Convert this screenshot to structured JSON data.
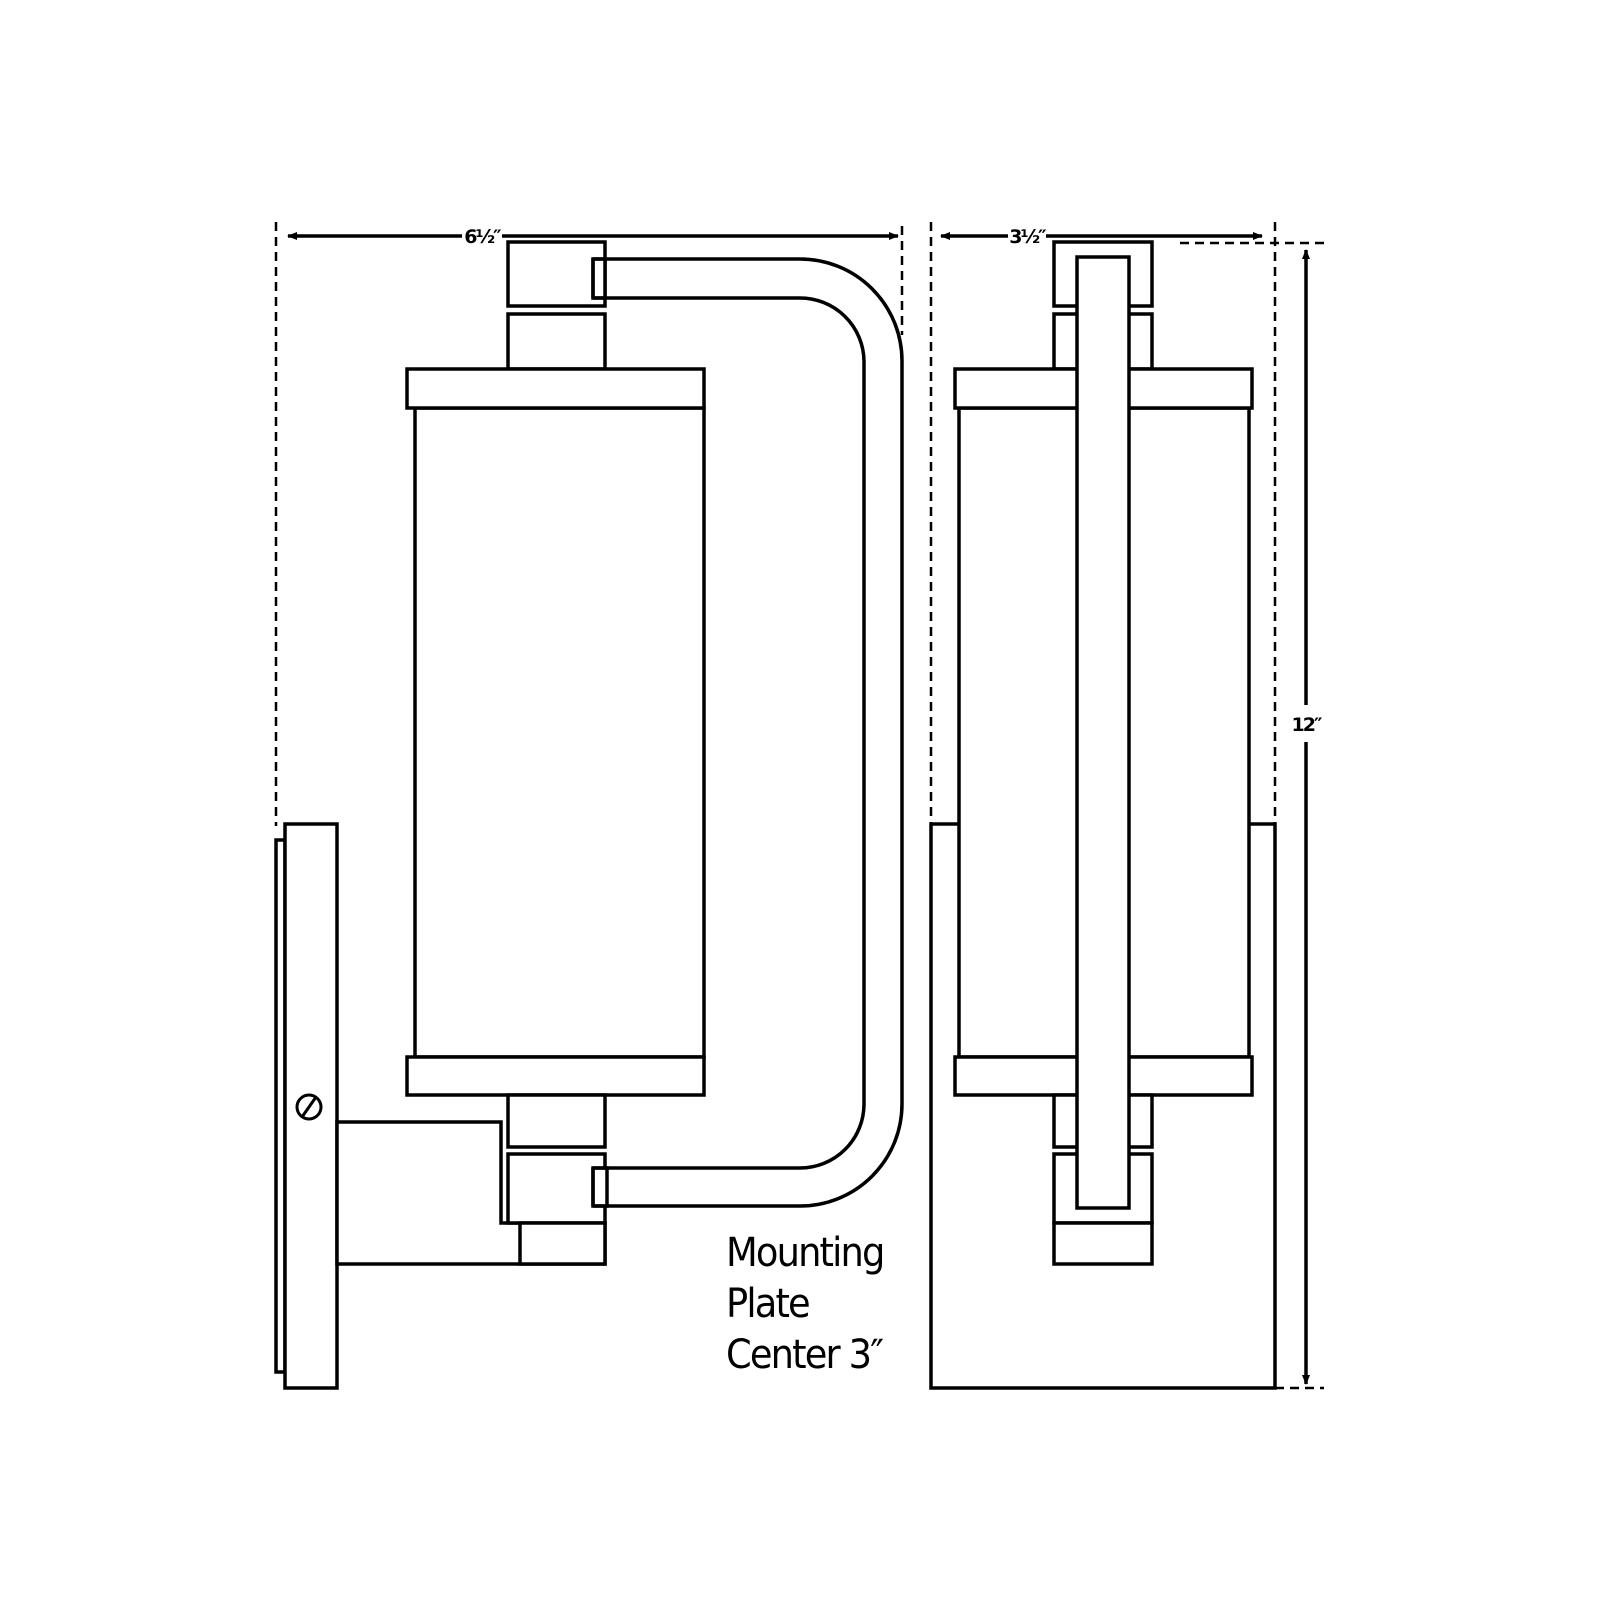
{
  "dimensions": {
    "side_width": "6½″",
    "front_width": "3½″",
    "height": "12″"
  },
  "note": {
    "line1": "Mounting",
    "line2": "Plate",
    "line3": "Center 3″"
  },
  "icons": {
    "screw": "screw-slot-icon"
  }
}
